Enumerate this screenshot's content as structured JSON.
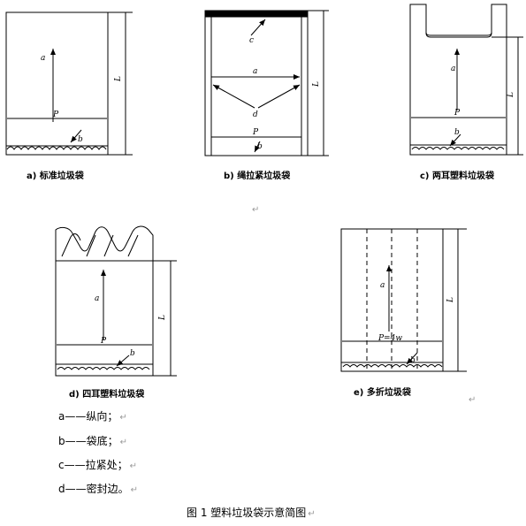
{
  "panels": {
    "a": {
      "caption": "a) 标准垃圾袋",
      "label_a": "a",
      "label_b": "b",
      "label_P": "P",
      "label_L": "L"
    },
    "b": {
      "caption": "b) 绳拉紧垃圾袋",
      "label_a": "a",
      "label_b": "b",
      "label_c": "c",
      "label_d": "d",
      "label_P": "P",
      "label_L": "L"
    },
    "c": {
      "caption": "c) 两耳塑料垃圾袋",
      "label_a": "a",
      "label_b": "b",
      "label_P": "P",
      "label_L": "L"
    },
    "d": {
      "caption": "d) 四耳塑料垃圾袋",
      "label_a": "a",
      "label_b": "b",
      "label_P": "P",
      "label_L": "L"
    },
    "e": {
      "caption": "e) 多折垃圾袋",
      "label_a": "a",
      "label_b": "b",
      "label_P": "P=4w",
      "label_L": "L"
    }
  },
  "legend": [
    {
      "text": "a——纵向；"
    },
    {
      "text": "b——袋底；"
    },
    {
      "text": "c——拉紧处；"
    },
    {
      "text": "d——密封边。"
    }
  ],
  "figure_title": "图 1  塑料垃圾袋示意简图",
  "return_mark": "↵"
}
